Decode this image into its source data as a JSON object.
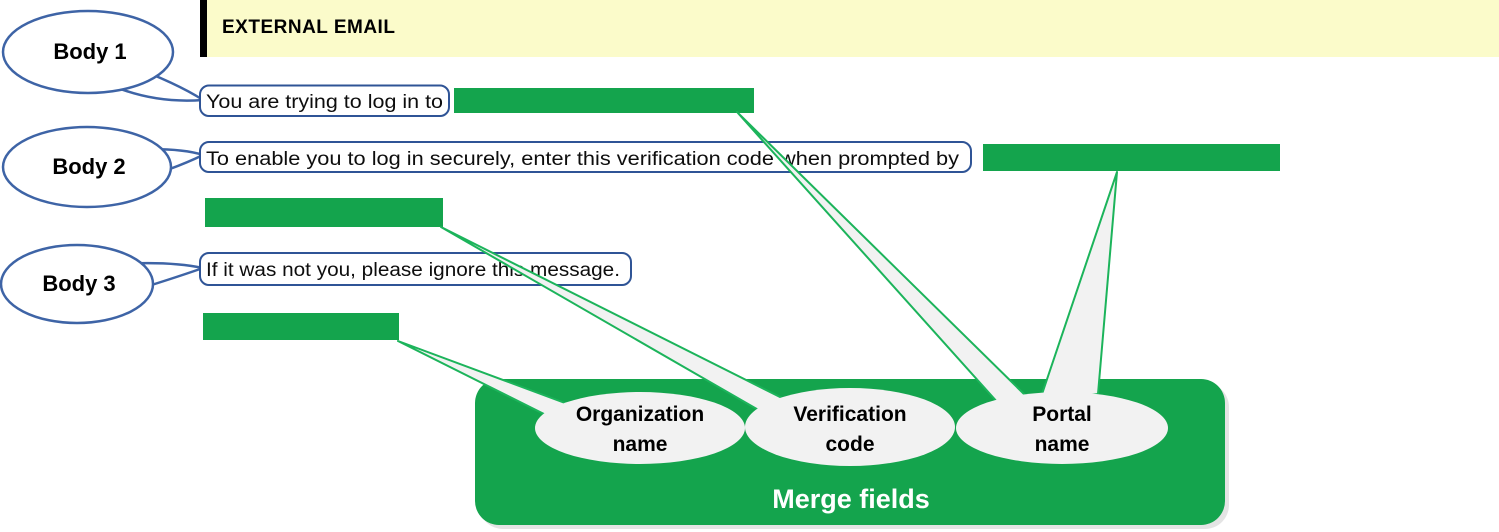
{
  "banner": {
    "label": "EXTERNAL EMAIL"
  },
  "callouts": [
    {
      "label": "Body 1"
    },
    {
      "label": "Body 2"
    },
    {
      "label": "Body 3"
    }
  ],
  "body_lines": {
    "line1": "You are trying to log in to",
    "line2": "To enable you to log in securely, enter this verification code when prompted by",
    "line3": "If it was not you, please ignore this message."
  },
  "merge_fields": {
    "title": "Merge fields",
    "fields": [
      {
        "line1": "Organization",
        "line2": "name"
      },
      {
        "line1": "Verification",
        "line2": "code"
      },
      {
        "line1": "Portal",
        "line2": "name"
      }
    ]
  },
  "colors": {
    "banner_yellow": "#fbfbca",
    "banner_bar_black": "#000000",
    "merge_green": "#14a44d",
    "connector_green": "#1cb45b",
    "callout_blue": "#3e64a6",
    "textbox_blue": "#2f5496",
    "field_gray": "#f2f2f2"
  }
}
